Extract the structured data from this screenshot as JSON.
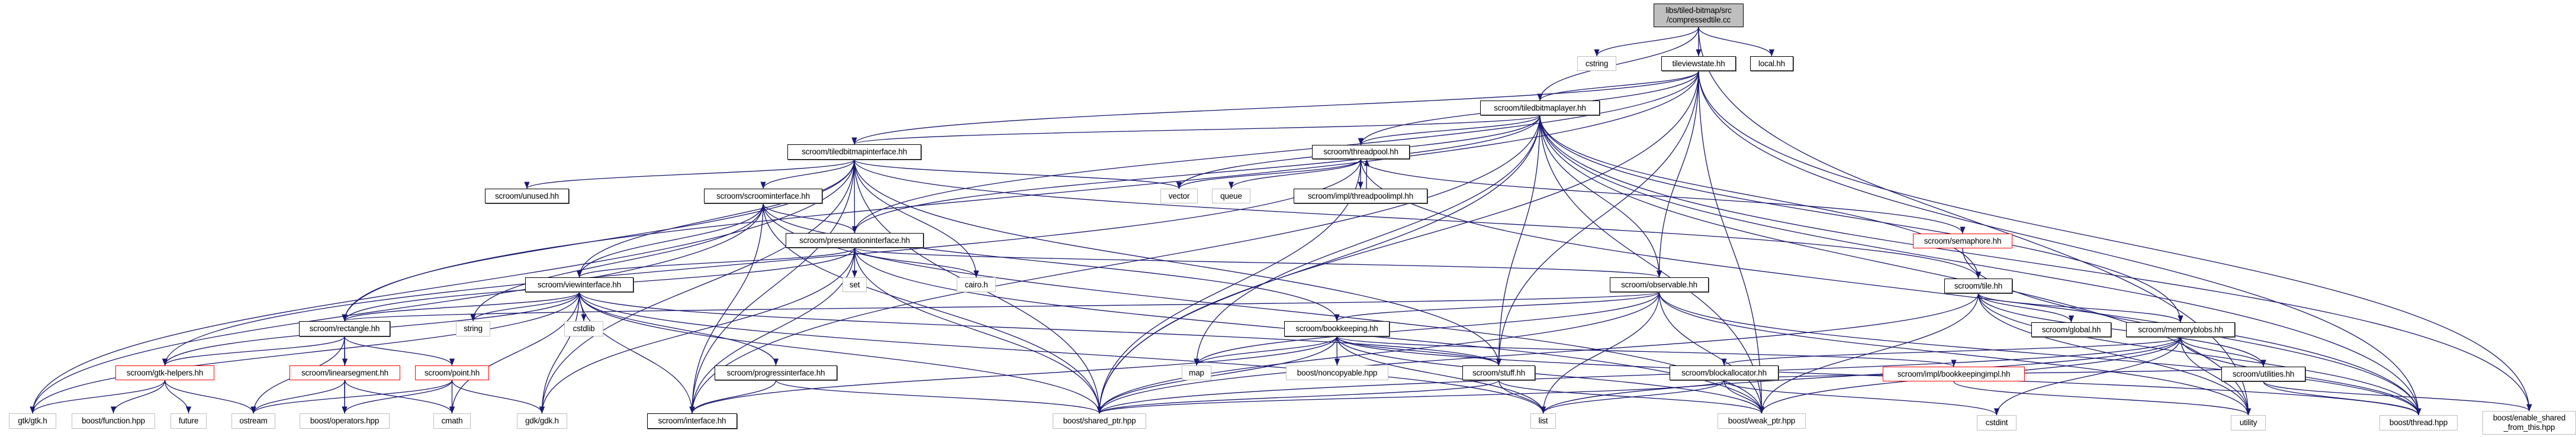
{
  "graph": {
    "edge_color": "#191970",
    "nodes": [
      {
        "id": "root",
        "label": [
          "libs/tiled-bitmap/src",
          "/compressedtile.cc"
        ],
        "kind": "root"
      },
      {
        "id": "cstring",
        "label": [
          "cstring"
        ],
        "kind": "system"
      },
      {
        "id": "tileviewstate",
        "label": [
          "tileviewstate.hh"
        ],
        "kind": "file"
      },
      {
        "id": "local",
        "label": [
          "local.hh"
        ],
        "kind": "file"
      },
      {
        "id": "tbl",
        "label": [
          "scroom/tiledbitmaplayer.hh"
        ],
        "kind": "file"
      },
      {
        "id": "tbi",
        "label": [
          "scroom/tiledbitmapinterface.hh"
        ],
        "kind": "file"
      },
      {
        "id": "threadpool",
        "label": [
          "scroom/threadpool.hh"
        ],
        "kind": "file"
      },
      {
        "id": "unused",
        "label": [
          "scroom/unused.hh"
        ],
        "kind": "file"
      },
      {
        "id": "scroomi",
        "label": [
          "scroom/scroominterface.hh"
        ],
        "kind": "file"
      },
      {
        "id": "vector",
        "label": [
          "vector"
        ],
        "kind": "system"
      },
      {
        "id": "queue",
        "label": [
          "queue"
        ],
        "kind": "system"
      },
      {
        "id": "tpimpl",
        "label": [
          "scroom/impl/threadpoolimpl.hh"
        ],
        "kind": "file"
      },
      {
        "id": "presi",
        "label": [
          "scroom/presentationinterface.hh"
        ],
        "kind": "file"
      },
      {
        "id": "semaphore",
        "label": [
          "scroom/semaphore.hh"
        ],
        "kind": "red"
      },
      {
        "id": "viewi",
        "label": [
          "scroom/viewinterface.hh"
        ],
        "kind": "file"
      },
      {
        "id": "set",
        "label": [
          "set"
        ],
        "kind": "system"
      },
      {
        "id": "cairo",
        "label": [
          "cairo.h"
        ],
        "kind": "system"
      },
      {
        "id": "observable",
        "label": [
          "scroom/observable.hh"
        ],
        "kind": "file"
      },
      {
        "id": "tile",
        "label": [
          "scroom/tile.hh"
        ],
        "kind": "file"
      },
      {
        "id": "rectangle",
        "label": [
          "scroom/rectangle.hh"
        ],
        "kind": "file"
      },
      {
        "id": "string",
        "label": [
          "string"
        ],
        "kind": "system"
      },
      {
        "id": "cstdlib",
        "label": [
          "cstdlib"
        ],
        "kind": "system"
      },
      {
        "id": "bookkeeping",
        "label": [
          "scroom/bookkeeping.hh"
        ],
        "kind": "file"
      },
      {
        "id": "global",
        "label": [
          "scroom/global.hh"
        ],
        "kind": "file"
      },
      {
        "id": "memoryblobs",
        "label": [
          "scroom/memoryblobs.hh"
        ],
        "kind": "file"
      },
      {
        "id": "gtkhelpers",
        "label": [
          "scroom/gtk-helpers.hh"
        ],
        "kind": "red"
      },
      {
        "id": "linseg",
        "label": [
          "scroom/linearsegment.hh"
        ],
        "kind": "red"
      },
      {
        "id": "point",
        "label": [
          "scroom/point.hh"
        ],
        "kind": "red"
      },
      {
        "id": "progress",
        "label": [
          "scroom/progressinterface.hh"
        ],
        "kind": "file"
      },
      {
        "id": "map",
        "label": [
          "map"
        ],
        "kind": "system"
      },
      {
        "id": "noncopyable",
        "label": [
          "boost/noncopyable.hpp"
        ],
        "kind": "system"
      },
      {
        "id": "stuff",
        "label": [
          "scroom/stuff.hh"
        ],
        "kind": "file"
      },
      {
        "id": "blockalloc",
        "label": [
          "scroom/blockallocator.hh"
        ],
        "kind": "file"
      },
      {
        "id": "bkimpl",
        "label": [
          "scroom/impl/bookkeepingimpl.hh"
        ],
        "kind": "red"
      },
      {
        "id": "utilities",
        "label": [
          "scroom/utilities.hh"
        ],
        "kind": "file"
      },
      {
        "id": "gtk",
        "label": [
          "gtk/gtk.h"
        ],
        "kind": "system"
      },
      {
        "id": "function",
        "label": [
          "boost/function.hpp"
        ],
        "kind": "system"
      },
      {
        "id": "future",
        "label": [
          "future"
        ],
        "kind": "system"
      },
      {
        "id": "ostream",
        "label": [
          "ostream"
        ],
        "kind": "system"
      },
      {
        "id": "operators",
        "label": [
          "boost/operators.hpp"
        ],
        "kind": "system"
      },
      {
        "id": "cmath",
        "label": [
          "cmath"
        ],
        "kind": "system"
      },
      {
        "id": "gdk",
        "label": [
          "gdk/gdk.h"
        ],
        "kind": "system"
      },
      {
        "id": "interface",
        "label": [
          "scroom/interface.hh"
        ],
        "kind": "file"
      },
      {
        "id": "shared",
        "label": [
          "boost/shared_ptr.hpp"
        ],
        "kind": "system"
      },
      {
        "id": "list",
        "label": [
          "list"
        ],
        "kind": "system"
      },
      {
        "id": "weak",
        "label": [
          "boost/weak_ptr.hpp"
        ],
        "kind": "system"
      },
      {
        "id": "cstdint",
        "label": [
          "cstdint"
        ],
        "kind": "system"
      },
      {
        "id": "utility",
        "label": [
          "utility"
        ],
        "kind": "system"
      },
      {
        "id": "thread",
        "label": [
          "boost/thread.hpp"
        ],
        "kind": "system"
      },
      {
        "id": "enable",
        "label": [
          "boost/enable_shared",
          "_from_this.hpp"
        ],
        "kind": "system"
      }
    ],
    "edges": [
      [
        "root",
        "cstring"
      ],
      [
        "root",
        "tileviewstate"
      ],
      [
        "root",
        "local"
      ],
      [
        "root",
        "tbl"
      ],
      [
        "root",
        "utility"
      ],
      [
        "tileviewstate",
        "tbl"
      ],
      [
        "tileviewstate",
        "threadpool"
      ],
      [
        "tileviewstate",
        "tbi"
      ],
      [
        "tileviewstate",
        "rectangle"
      ],
      [
        "tileviewstate",
        "presi"
      ],
      [
        "tileviewstate",
        "observable"
      ],
      [
        "tileviewstate",
        "stuff"
      ],
      [
        "tileviewstate",
        "weak"
      ],
      [
        "tileviewstate",
        "shared"
      ],
      [
        "tileviewstate",
        "thread"
      ],
      [
        "tileviewstate",
        "enable"
      ],
      [
        "tbl",
        "tbi"
      ],
      [
        "tbl",
        "threadpool"
      ],
      [
        "tbl",
        "vector"
      ],
      [
        "tbl",
        "presi"
      ],
      [
        "tbl",
        "observable"
      ],
      [
        "tbl",
        "tile"
      ],
      [
        "tbl",
        "memoryblobs"
      ],
      [
        "tbl",
        "stuff"
      ],
      [
        "tbl",
        "shared"
      ],
      [
        "tbl",
        "weak"
      ],
      [
        "tbl",
        "interface"
      ],
      [
        "tbl",
        "map"
      ],
      [
        "tbl",
        "thread"
      ],
      [
        "tbl",
        "enable"
      ],
      [
        "tbl",
        "utility"
      ],
      [
        "tbi",
        "unused"
      ],
      [
        "tbi",
        "scroomi"
      ],
      [
        "tbi",
        "presi"
      ],
      [
        "tbi",
        "viewi"
      ],
      [
        "tbi",
        "rectangle"
      ],
      [
        "tbi",
        "vector"
      ],
      [
        "tbi",
        "gtk"
      ],
      [
        "tbi",
        "cairo"
      ],
      [
        "tbi",
        "interface"
      ],
      [
        "tbi",
        "shared"
      ],
      [
        "tbi",
        "stuff"
      ],
      [
        "tbi",
        "tile"
      ],
      [
        "tbi",
        "gdk"
      ],
      [
        "threadpool",
        "tpimpl"
      ],
      [
        "threadpool",
        "vector"
      ],
      [
        "threadpool",
        "queue"
      ],
      [
        "threadpool",
        "shared"
      ],
      [
        "threadpool",
        "thread"
      ],
      [
        "threadpool",
        "semaphore"
      ],
      [
        "threadpool",
        "gtkhelpers"
      ],
      [
        "tpimpl",
        "threadpool"
      ],
      [
        "scroomi",
        "presi"
      ],
      [
        "scroomi",
        "viewi"
      ],
      [
        "scroomi",
        "string"
      ],
      [
        "scroomi",
        "gtk"
      ],
      [
        "scroomi",
        "interface"
      ],
      [
        "scroomi",
        "shared"
      ],
      [
        "scroomi",
        "bookkeeping"
      ],
      [
        "scroomi",
        "weak"
      ],
      [
        "presi",
        "viewi"
      ],
      [
        "presi",
        "rectangle"
      ],
      [
        "presi",
        "set"
      ],
      [
        "presi",
        "cairo"
      ],
      [
        "presi",
        "observable"
      ],
      [
        "presi",
        "interface"
      ],
      [
        "presi",
        "shared"
      ],
      [
        "presi",
        "gdk"
      ],
      [
        "presi",
        "weak"
      ],
      [
        "viewi",
        "rectangle"
      ],
      [
        "viewi",
        "gtkhelpers"
      ],
      [
        "viewi",
        "string"
      ],
      [
        "viewi",
        "cstdlib"
      ],
      [
        "viewi",
        "cmath"
      ],
      [
        "viewi",
        "gdk"
      ],
      [
        "viewi",
        "interface"
      ],
      [
        "viewi",
        "progress"
      ],
      [
        "viewi",
        "shared"
      ],
      [
        "viewi",
        "gtk"
      ],
      [
        "viewi",
        "list"
      ],
      [
        "viewi",
        "stuff"
      ],
      [
        "rectangle",
        "gtkhelpers"
      ],
      [
        "rectangle",
        "linseg"
      ],
      [
        "rectangle",
        "point"
      ],
      [
        "rectangle",
        "ostream"
      ],
      [
        "rectangle",
        "operators"
      ],
      [
        "gtkhelpers",
        "gtk"
      ],
      [
        "gtkhelpers",
        "function"
      ],
      [
        "gtkhelpers",
        "future"
      ],
      [
        "gtkhelpers",
        "ostream"
      ],
      [
        "linseg",
        "ostream"
      ],
      [
        "linseg",
        "operators"
      ],
      [
        "linseg",
        "cmath"
      ],
      [
        "point",
        "ostream"
      ],
      [
        "point",
        "operators"
      ],
      [
        "point",
        "cmath"
      ],
      [
        "point",
        "gdk"
      ],
      [
        "progress",
        "interface"
      ],
      [
        "progress",
        "shared"
      ],
      [
        "observable",
        "bookkeeping"
      ],
      [
        "observable",
        "list"
      ],
      [
        "observable",
        "weak"
      ],
      [
        "observable",
        "shared"
      ],
      [
        "observable",
        "map"
      ],
      [
        "observable",
        "utility"
      ],
      [
        "observable",
        "thread"
      ],
      [
        "observable",
        "rectangle"
      ],
      [
        "bookkeeping",
        "noncopyable"
      ],
      [
        "bookkeeping",
        "stuff"
      ],
      [
        "bookkeeping",
        "map"
      ],
      [
        "bookkeeping",
        "list"
      ],
      [
        "bookkeeping",
        "weak"
      ],
      [
        "bookkeeping",
        "shared"
      ],
      [
        "bookkeeping",
        "bkimpl"
      ],
      [
        "bookkeeping",
        "thread"
      ],
      [
        "bookkeeping",
        "interface"
      ],
      [
        "stuff",
        "list"
      ],
      [
        "stuff",
        "weak"
      ],
      [
        "stuff",
        "shared"
      ],
      [
        "blockalloc",
        "list"
      ],
      [
        "blockalloc",
        "weak"
      ],
      [
        "blockalloc",
        "shared"
      ],
      [
        "blockalloc",
        "utilities"
      ],
      [
        "blockalloc",
        "cstdint"
      ],
      [
        "tile",
        "memoryblobs"
      ],
      [
        "tile",
        "global"
      ],
      [
        "tile",
        "utilities"
      ],
      [
        "tile",
        "weak"
      ],
      [
        "tile",
        "shared"
      ],
      [
        "tile",
        "utility"
      ],
      [
        "tile",
        "thread"
      ],
      [
        "memoryblobs",
        "utilities"
      ],
      [
        "memoryblobs",
        "blockalloc"
      ],
      [
        "memoryblobs",
        "utility"
      ],
      [
        "memoryblobs",
        "cstdint"
      ],
      [
        "memoryblobs",
        "weak"
      ],
      [
        "memoryblobs",
        "thread"
      ],
      [
        "memoryblobs",
        "shared"
      ],
      [
        "memoryblobs",
        "list"
      ],
      [
        "utilities",
        "thread"
      ],
      [
        "utilities",
        "enable"
      ],
      [
        "semaphore",
        "thread"
      ],
      [
        "bkimpl",
        "utility"
      ]
    ]
  }
}
